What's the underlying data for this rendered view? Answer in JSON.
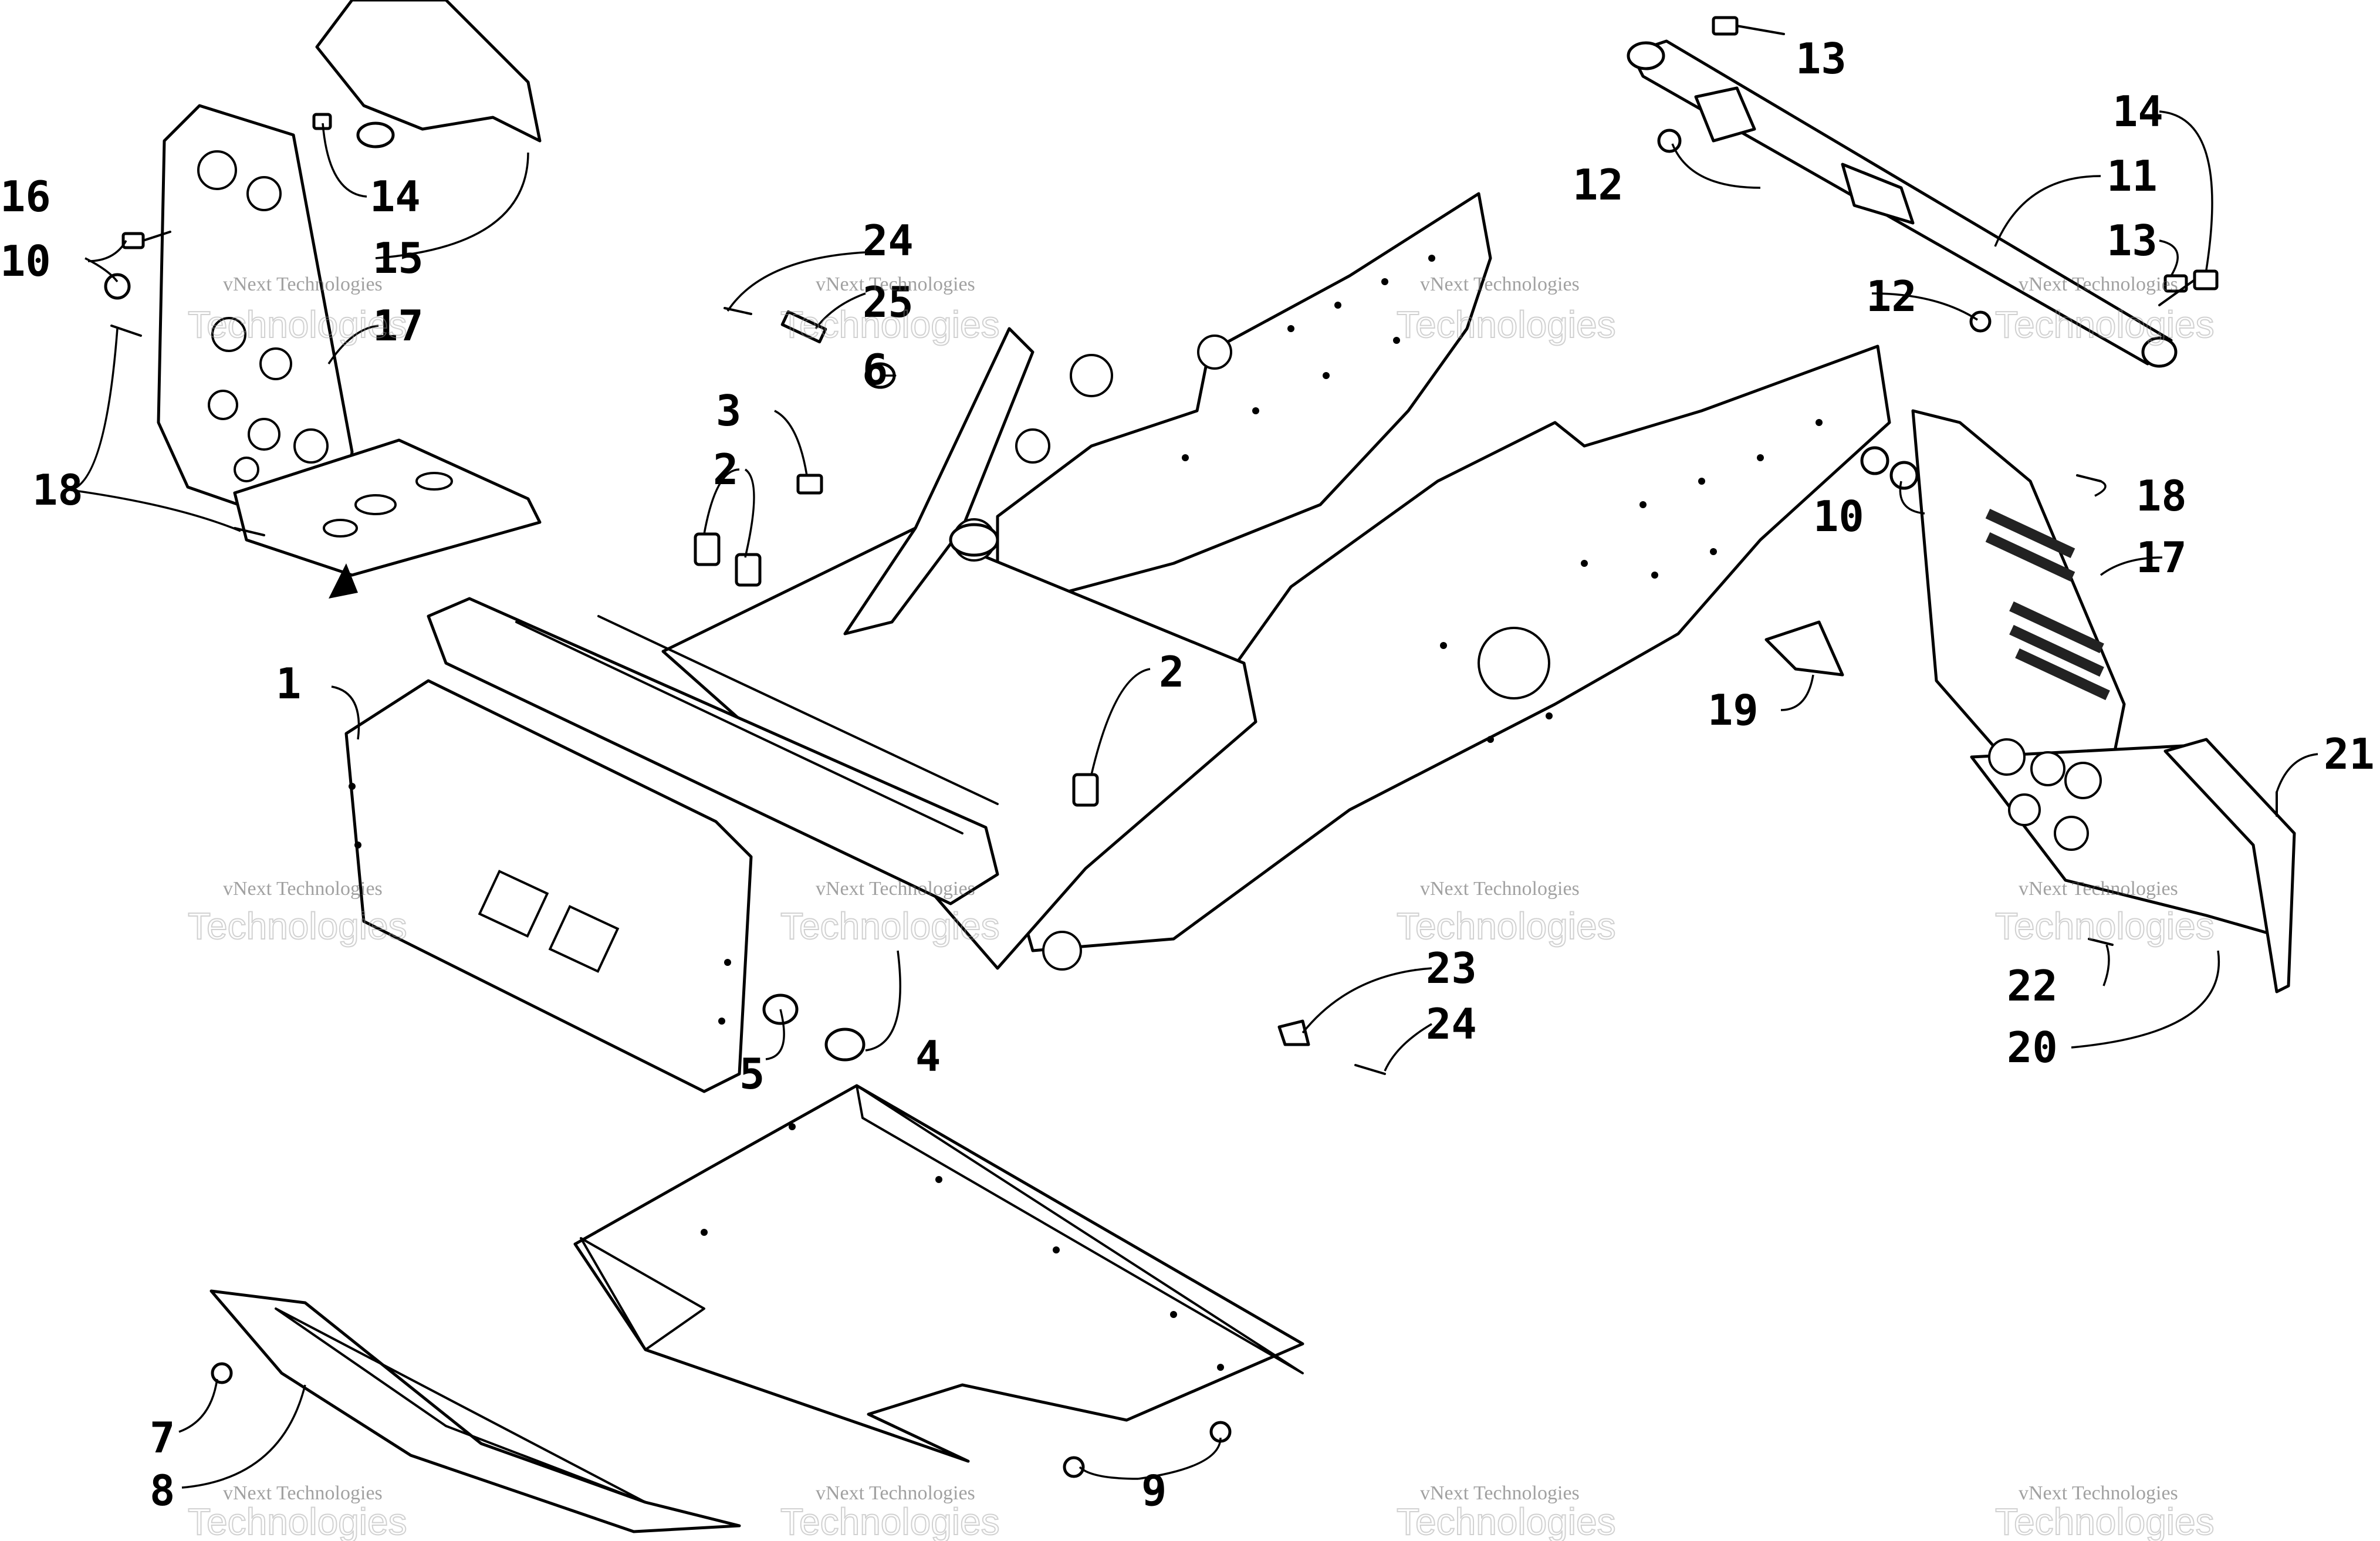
{
  "callouts": [
    "1",
    "2",
    "2",
    "3",
    "4",
    "5",
    "6",
    "7",
    "8",
    "9",
    "10",
    "10",
    "11",
    "12",
    "12",
    "13",
    "13",
    "14",
    "14",
    "15",
    "16",
    "17",
    "17",
    "18",
    "18",
    "19",
    "20",
    "21",
    "22",
    "23",
    "24",
    "24",
    "25"
  ],
  "watermark": {
    "line1": "vNext Technologies",
    "line2": "Technologies"
  }
}
